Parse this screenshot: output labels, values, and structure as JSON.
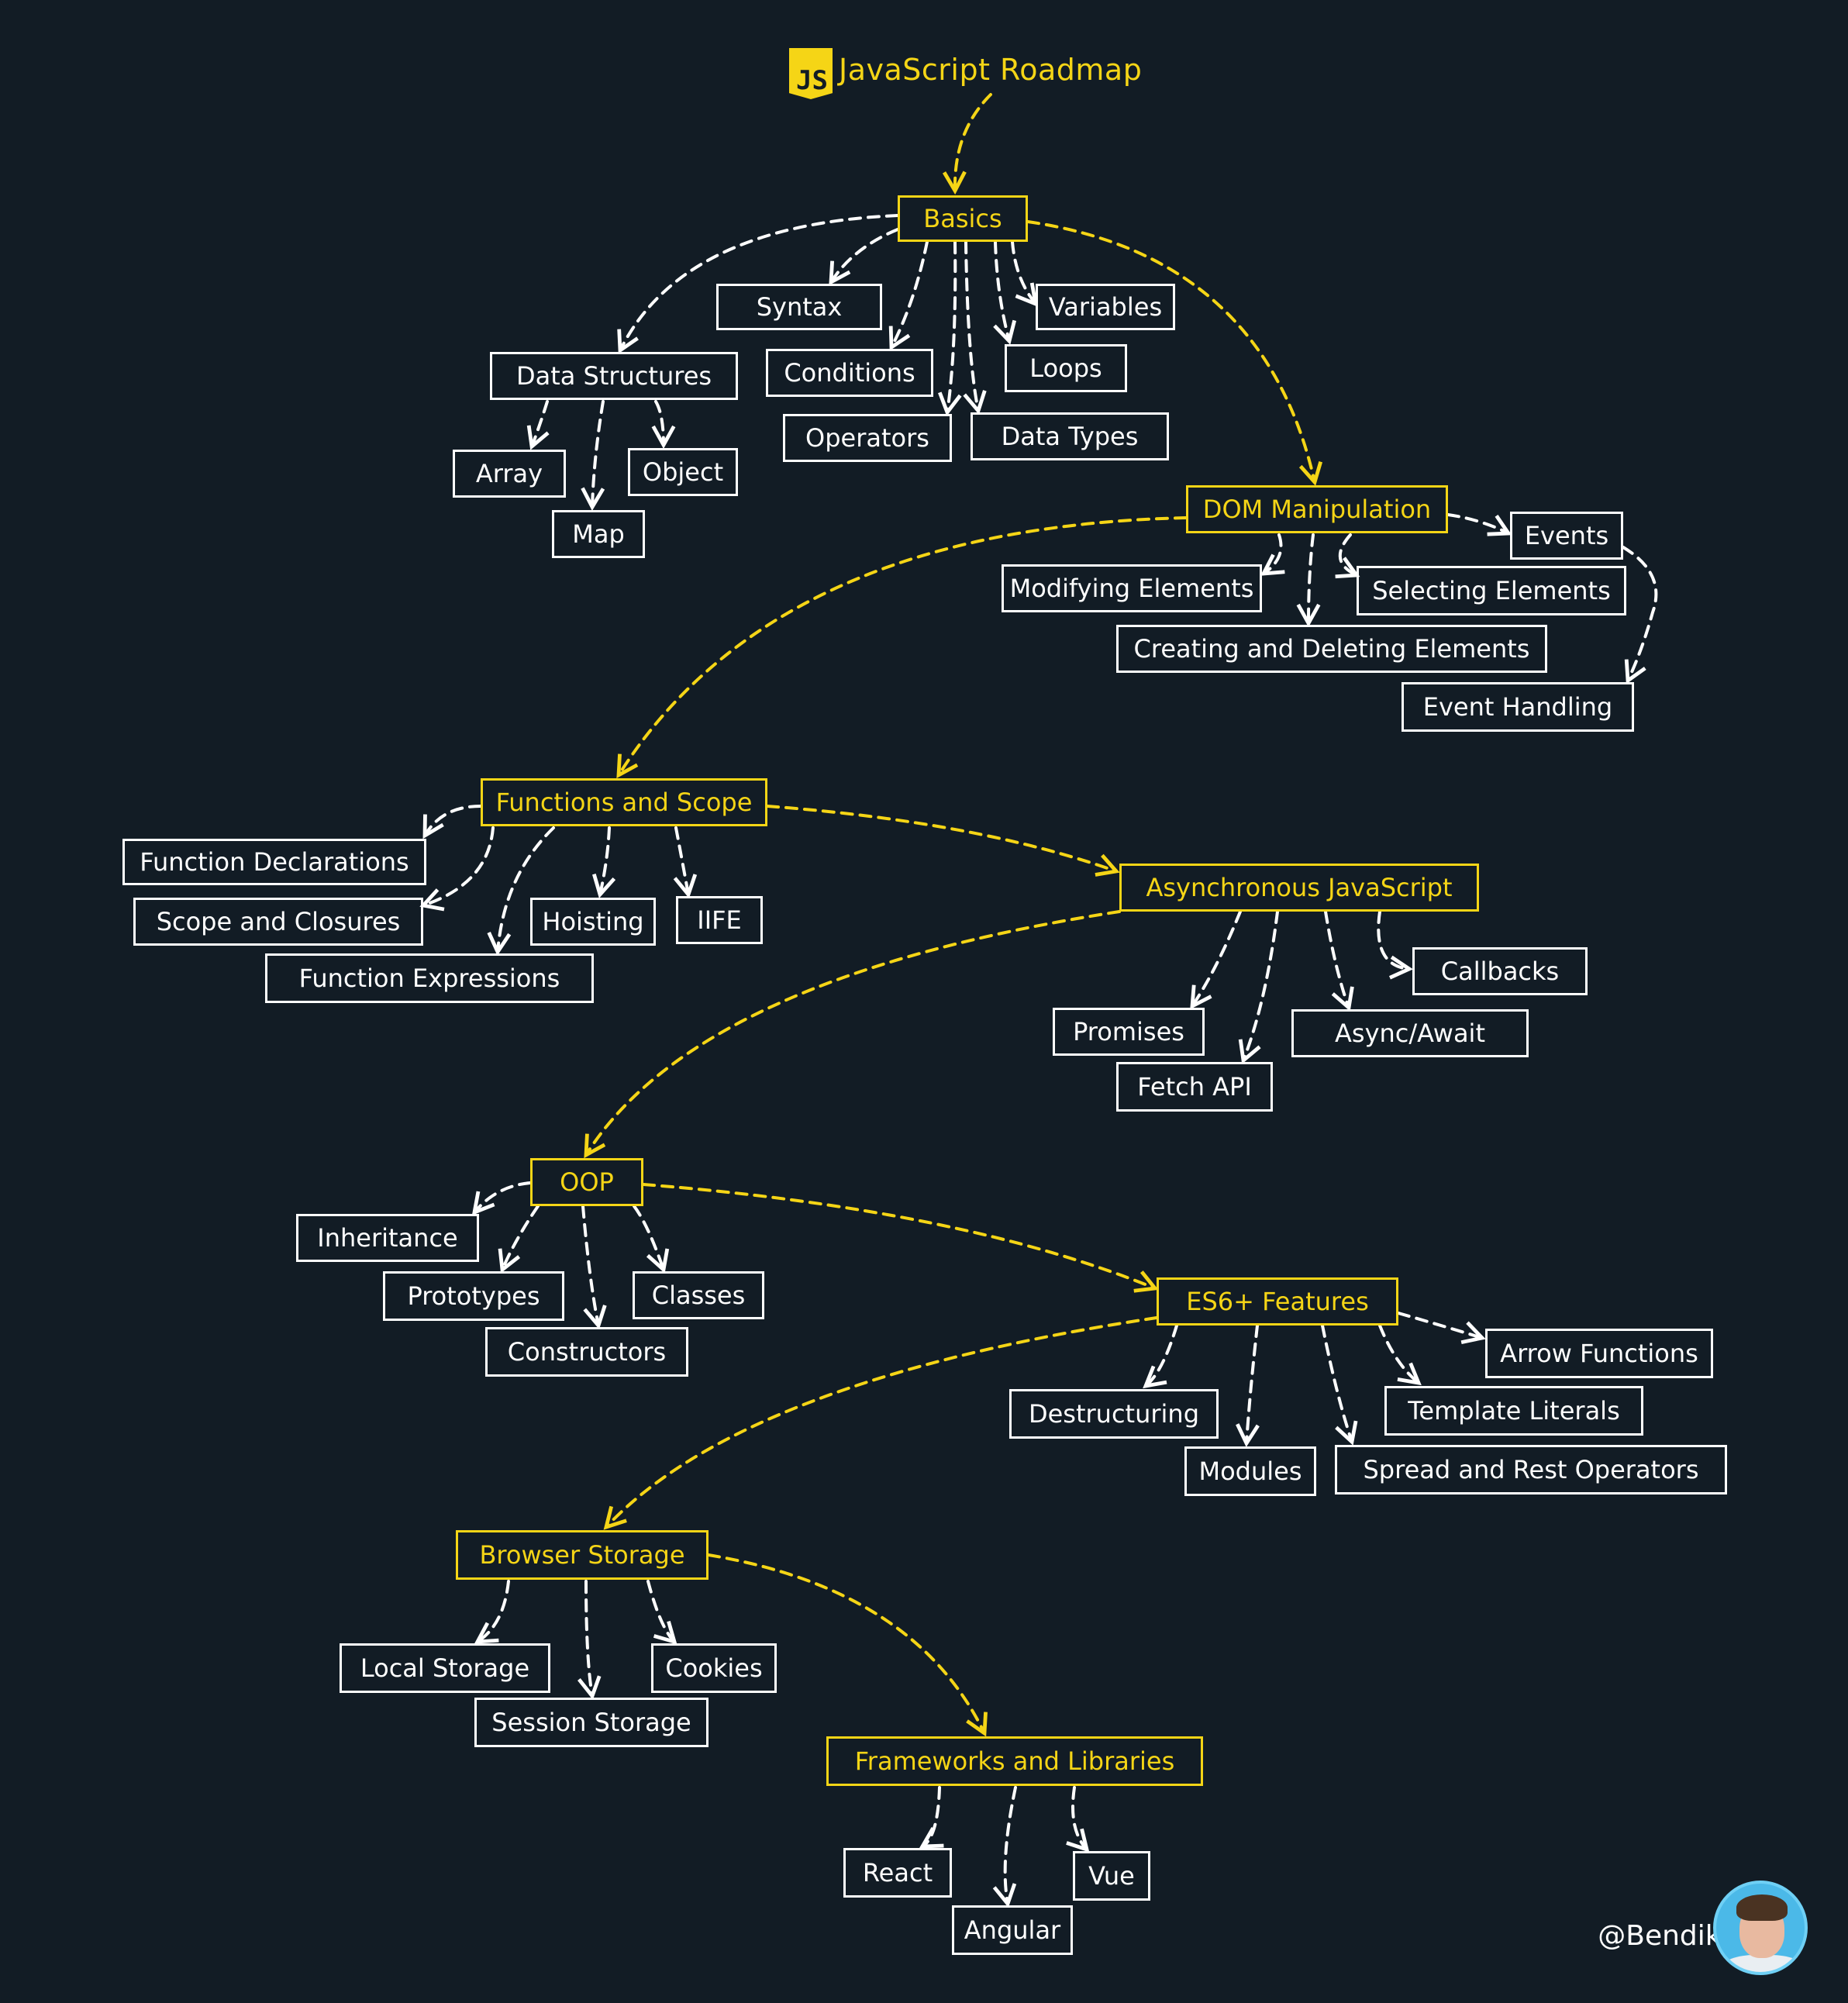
{
  "header": {
    "logo_text": "JS",
    "title": "JavaScript Roadmap"
  },
  "colors": {
    "background": "#121c25",
    "accent": "#f5d516",
    "node": "#ffffff"
  },
  "nodes": {
    "basics": "Basics",
    "syntax": "Syntax",
    "variables": "Variables",
    "data_structures": "Data Structures",
    "conditions": "Conditions",
    "loops": "Loops",
    "operators": "Operators",
    "data_types": "Data Types",
    "array": "Array",
    "object": "Object",
    "map": "Map",
    "dom_manipulation": "DOM Manipulation",
    "events": "Events",
    "modifying_elements": "Modifying Elements",
    "selecting_elements": "Selecting Elements",
    "creating_deleting": "Creating and Deleting Elements",
    "event_handling": "Event Handling",
    "functions_scope": "Functions and Scope",
    "function_declarations": "Function Declarations",
    "scope_closures": "Scope and Closures",
    "hoisting": "Hoisting",
    "iife": "IIFE",
    "function_expressions": "Function Expressions",
    "async_js": "Asynchronous JavaScript",
    "callbacks": "Callbacks",
    "promises": "Promises",
    "async_await": "Async/Await",
    "fetch_api": "Fetch API",
    "oop": "OOP",
    "inheritance": "Inheritance",
    "prototypes": "Prototypes",
    "classes": "Classes",
    "constructors": "Constructors",
    "es6": "ES6+ Features",
    "arrow_functions": "Arrow Functions",
    "destructuring": "Destructuring",
    "template_literals": "Template Literals",
    "modules": "Modules",
    "spread_rest": "Spread and Rest Operators",
    "browser_storage": "Browser Storage",
    "local_storage": "Local Storage",
    "cookies": "Cookies",
    "session_storage": "Session Storage",
    "frameworks": "Frameworks and Libraries",
    "react": "React",
    "vue": "Vue",
    "angular": "Angular"
  },
  "footer": {
    "handle": "@BendikMatej"
  }
}
